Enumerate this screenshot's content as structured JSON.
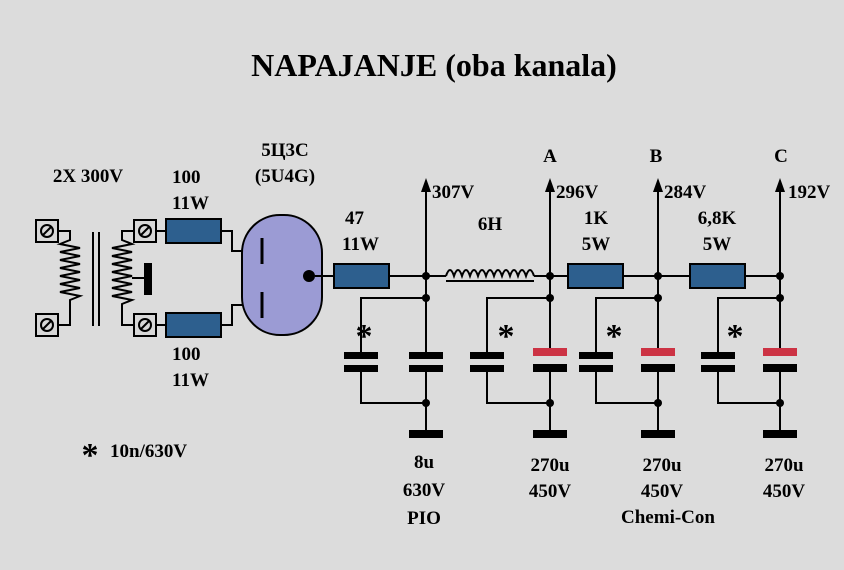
{
  "title": "NAPAJANJE (oba kanala)",
  "transformer": {
    "label": "2X 300V"
  },
  "series_res_top": {
    "value": "100",
    "power": "11W"
  },
  "series_res_bottom": {
    "value": "100",
    "power": "11W"
  },
  "rectifier": {
    "name": "5Ц3С",
    "alt": "(5U4G)"
  },
  "res_47": {
    "value": "47",
    "power": "11W"
  },
  "choke": {
    "value": "6H"
  },
  "res_1k": {
    "value": "1K",
    "power": "5W"
  },
  "res_6k8": {
    "value": "6,8K",
    "power": "5W"
  },
  "nodes": {
    "first": {
      "voltage": "307V"
    },
    "a": {
      "name": "A",
      "voltage": "296V"
    },
    "b": {
      "name": "B",
      "voltage": "284V"
    },
    "c": {
      "name": "C",
      "voltage": "192V"
    }
  },
  "cap_first": {
    "value": "8u",
    "voltage": "630V",
    "type": "PIO"
  },
  "cap_a": {
    "value": "270u",
    "voltage": "450V"
  },
  "cap_b": {
    "value": "270u",
    "voltage": "450V",
    "brand": "Chemi-Con"
  },
  "cap_c": {
    "value": "270u",
    "voltage": "450V"
  },
  "legend": {
    "star": "*",
    "text": "10n/630V"
  },
  "colors": {
    "background": "#dcdcdc",
    "resistor": "#2d5f8e",
    "tube": "#9b9bd4",
    "electrolytic": "#cc3344"
  }
}
